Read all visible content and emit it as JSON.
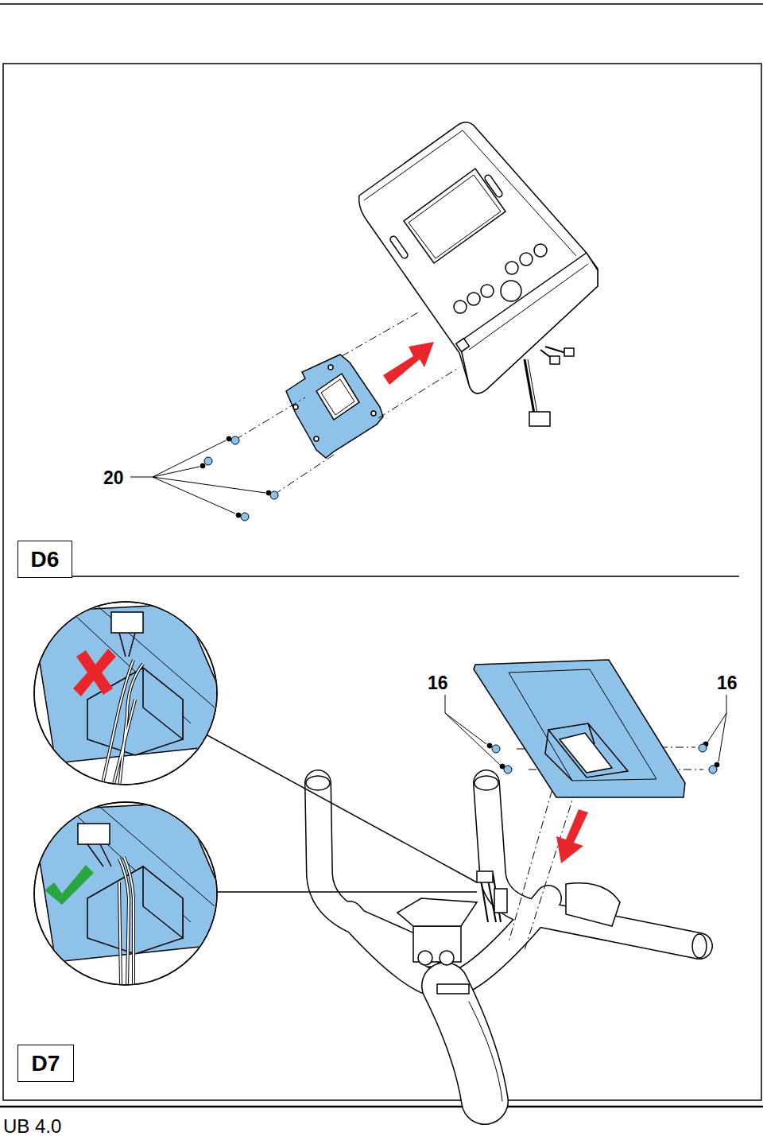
{
  "diagram": {
    "nodes": [
      {
        "text": [
          "D6"
        ]
      },
      {
        "text": [
          "D7"
        ]
      }
    ],
    "labels": [
      "20",
      "16",
      "16",
      "UB 4.0"
    ]
  }
}
